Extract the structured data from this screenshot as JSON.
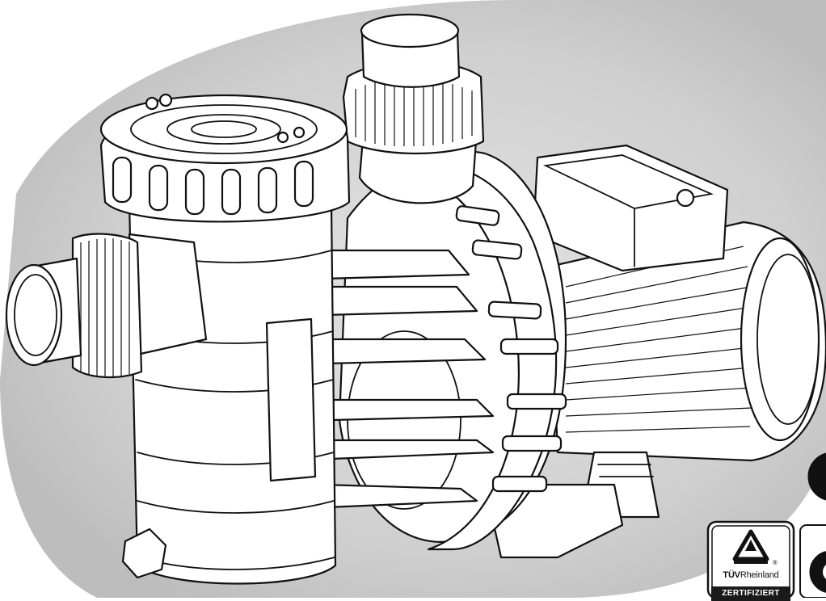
{
  "badge": {
    "brand_left": "TÜV",
    "brand_right": "Rheinland",
    "registered": "®",
    "certified": "ZERTIFIZIERT"
  },
  "icons": [
    "pump-illustration",
    "tuv-triangle-logo",
    "corner-round-emblem"
  ],
  "colors": {
    "backdrop": "#c8c8c8",
    "line": "#111111",
    "fill": "#ffffff"
  }
}
